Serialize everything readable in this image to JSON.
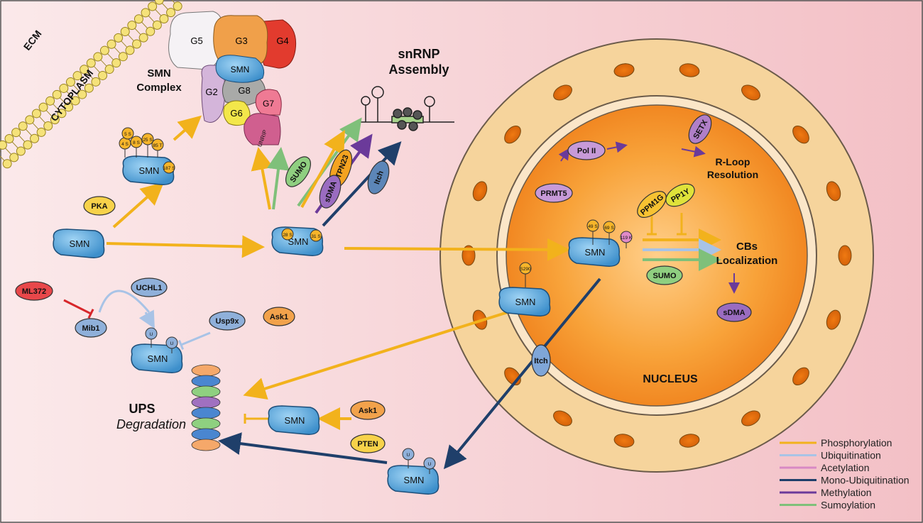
{
  "regions": {
    "ecm": "ECM",
    "cytoplasm": "CYTOPLASM",
    "nucleus": "NUCLEUS"
  },
  "titles": {
    "smn_complex_line1": "SMN",
    "smn_complex_line2": "Complex",
    "snrnp_line1": "snRNP",
    "snrnp_line2": "Assembly",
    "rloop_line1": "R-Loop",
    "rloop_line2": "Resolution",
    "cbs_line1": "CBs",
    "cbs_line2": "Localization",
    "ups_line1": "UPS",
    "ups_line2": "Degradation"
  },
  "gemins": {
    "g5": "G5",
    "g3": "G3",
    "g4": "G4",
    "smn": "SMN",
    "g2": "G2",
    "g8": "G8",
    "g6": "G6",
    "g7": "G7",
    "unrip": "UNRIP"
  },
  "proteins": {
    "smn": "SMN",
    "pka": "PKA",
    "ml372": "ML372",
    "mib1": "Mib1",
    "uchl1": "UCHL1",
    "usp9x": "Usp9x",
    "ask1": "Ask1",
    "pten": "PTEN",
    "sumo": "SUMO",
    "ptpn23": "PTPN23",
    "sdma": "sDMA",
    "itch": "Itch",
    "pol2": "Pol II",
    "prmt5": "PRMT5",
    "setx": "SETX",
    "ppm1g": "PPM1G",
    "pp1y": "PP1Y",
    "u": "U"
  },
  "sites": {
    "s4": "4 S",
    "s5": "5 S",
    "s8": "8 S",
    "s25": "25 S",
    "s85": "85 T",
    "s187": "187 S",
    "s28": "28 S",
    "s31": "31 S",
    "s49": "49 S",
    "s69": "69 S",
    "k119": "119 K",
    "s290": "S290"
  },
  "legend": [
    {
      "label": "Phosphorylation",
      "color": "#f2b21c"
    },
    {
      "label": "Ubiquitination",
      "color": "#a8c3e6"
    },
    {
      "label": "Acetylation",
      "color": "#d889c4"
    },
    {
      "label": "Mono-Ubiquitination",
      "color": "#1f3f6a"
    },
    {
      "label": "Methylation",
      "color": "#6b3a9a"
    },
    {
      "label": "Sumoylation",
      "color": "#7fc07a"
    }
  ],
  "colors": {
    "phospho": "#f2b21c",
    "ubiq": "#a8c3e6",
    "monoubiq": "#1f3f6a",
    "methyl": "#6b3a9a",
    "sumo": "#7fc07a",
    "inhibit": "#d7262a",
    "smn_blue": "#4a9fd6",
    "nucleus_orange": "#f28a20",
    "envelope": "#f6d49c"
  }
}
